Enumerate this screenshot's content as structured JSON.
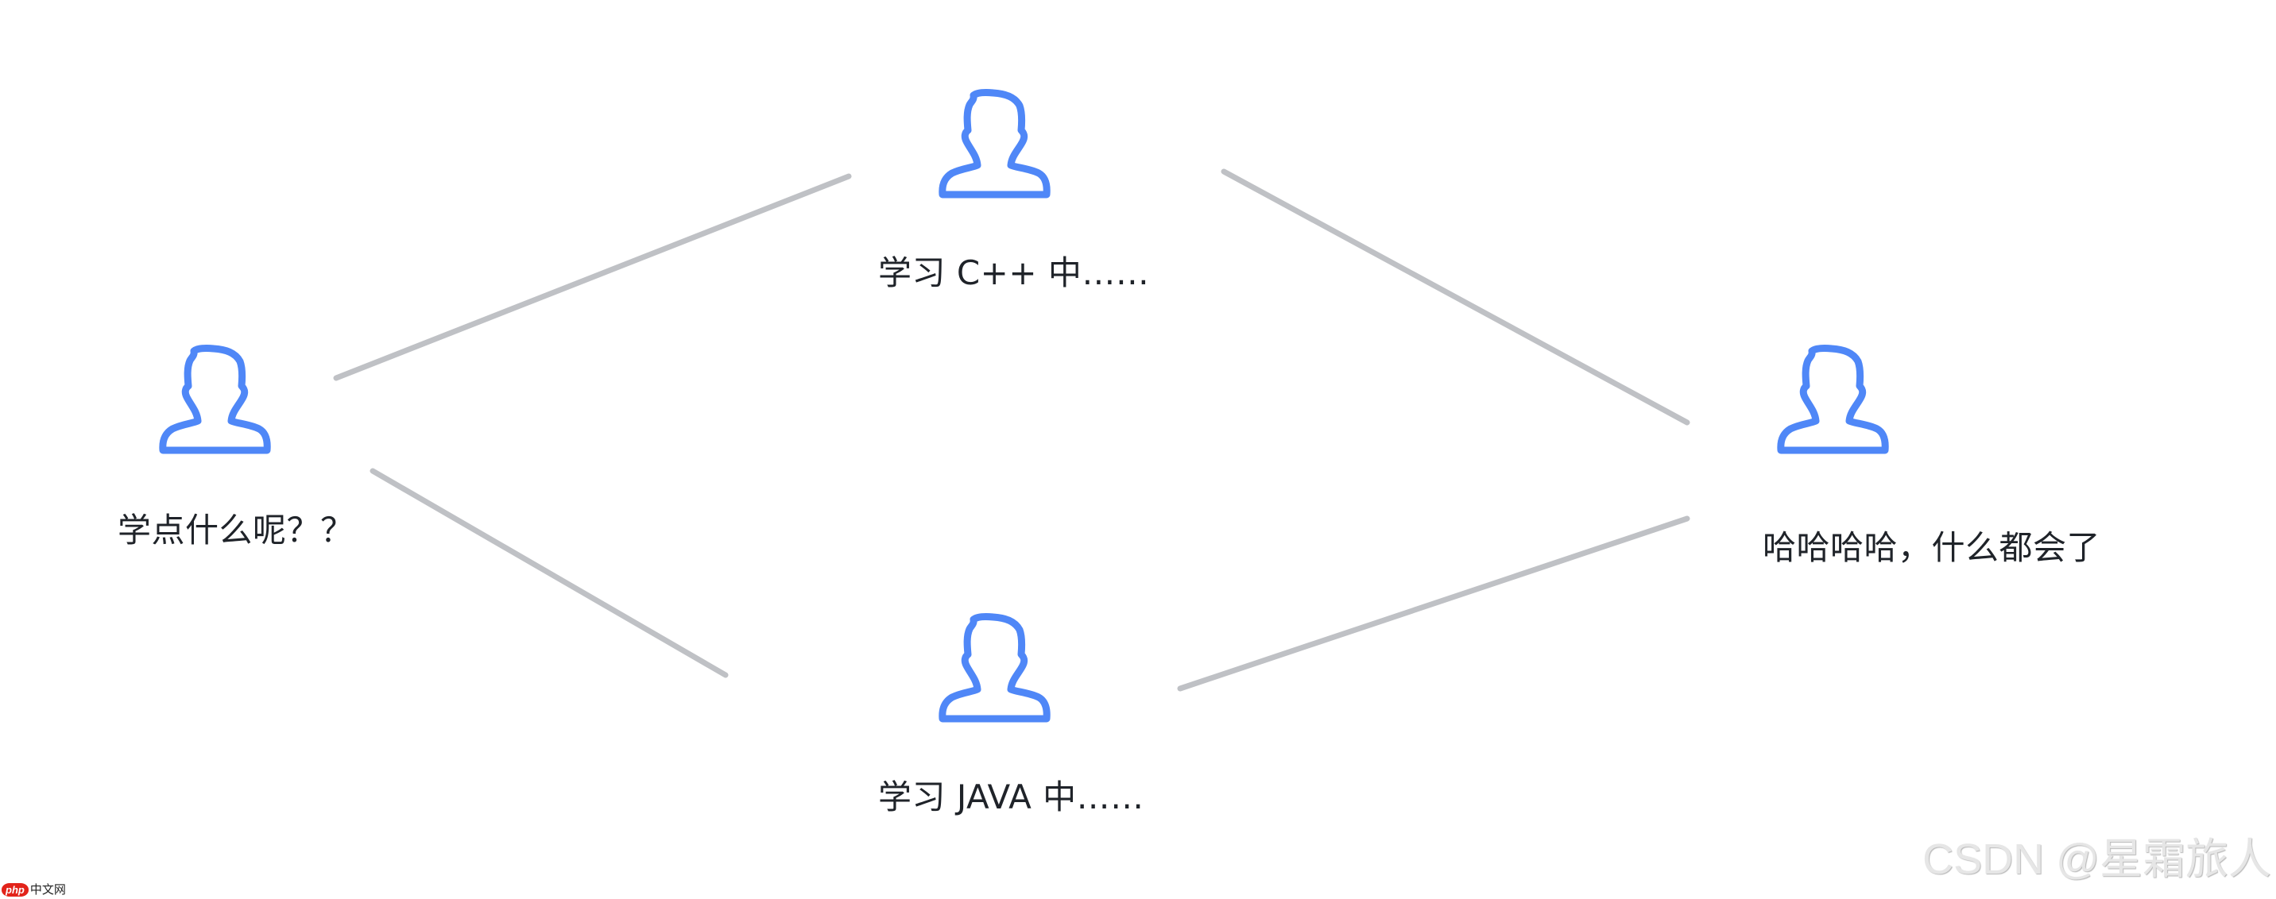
{
  "diagram": {
    "type": "relationship-graph",
    "colors": {
      "icon_stroke": "#4f87f7",
      "edge": "#bfc1c5",
      "label_text": "#1f2329",
      "background": "#ffffff"
    },
    "nodes": [
      {
        "id": "start",
        "icon": "person-icon",
        "label": "学点什么呢？？"
      },
      {
        "id": "cpp",
        "icon": "person-icon",
        "label": "学习 C++ 中……"
      },
      {
        "id": "java",
        "icon": "person-icon",
        "label": "学习 JAVA 中……"
      },
      {
        "id": "end",
        "icon": "person-icon",
        "label": "哈哈哈哈，什么都会了"
      }
    ],
    "edges": [
      {
        "from": "start",
        "to": "cpp"
      },
      {
        "from": "cpp",
        "to": "end"
      },
      {
        "from": "start",
        "to": "java"
      },
      {
        "from": "java",
        "to": "end"
      }
    ]
  },
  "watermark": {
    "text": "CSDN @星霜旅人"
  },
  "site_logo": {
    "badge": "php",
    "name": "中文网"
  }
}
